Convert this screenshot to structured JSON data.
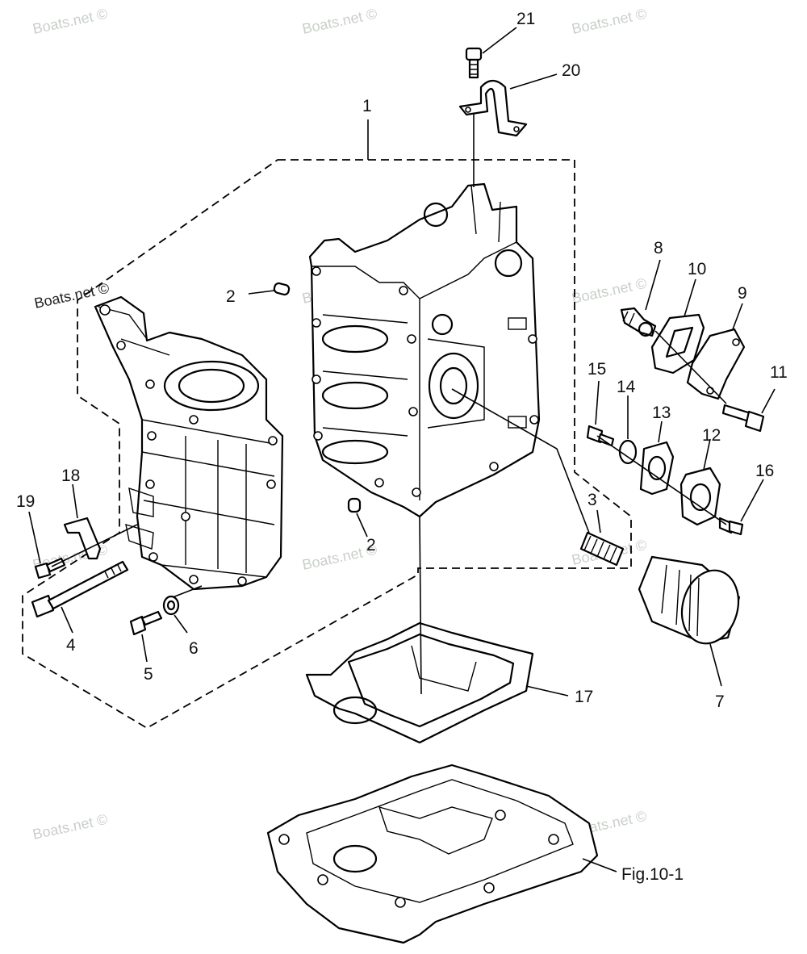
{
  "figure": {
    "callouts": [
      "1",
      "2",
      "2",
      "3",
      "4",
      "5",
      "6",
      "7",
      "8",
      "9",
      "10",
      "11",
      "12",
      "13",
      "14",
      "15",
      "16",
      "17",
      "18",
      "19",
      "20",
      "21"
    ],
    "reference": "Fig.10-1",
    "watermark": "Boats.net ©"
  },
  "labels": {
    "l1": "1",
    "l2a": "2",
    "l2b": "2",
    "l3": "3",
    "l4": "4",
    "l5": "5",
    "l6": "6",
    "l7": "7",
    "l8": "8",
    "l9": "9",
    "l10": "10",
    "l11": "11",
    "l12": "12",
    "l13": "13",
    "l14": "14",
    "l15": "15",
    "l16": "16",
    "l17": "17",
    "l18": "18",
    "l19": "19",
    "l20": "20",
    "l21": "21",
    "fig": "Fig.10-1",
    "wm": "Boats.net ©"
  }
}
